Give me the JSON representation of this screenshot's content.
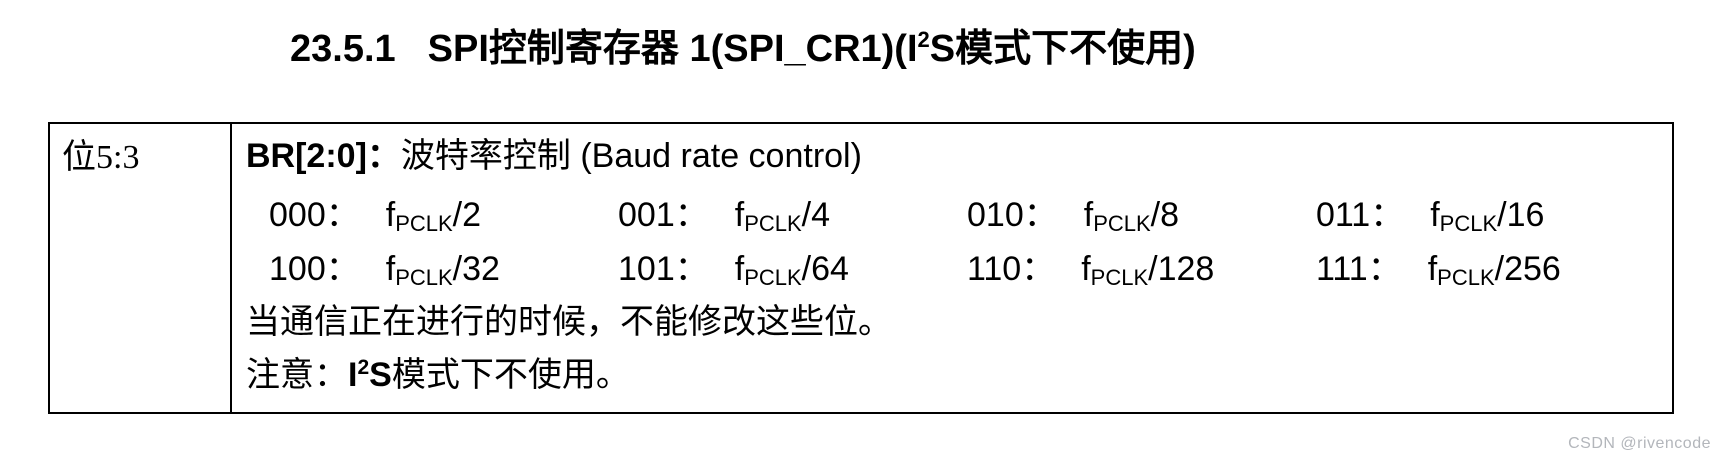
{
  "heading": {
    "section_number": "23.5.1",
    "title_pre": "SPI控制寄存器 1(SPI_CR1)(I",
    "title_sup": "2",
    "title_post": "S模式下不使用)"
  },
  "register_table": {
    "bit_range_label": "位5:3",
    "field": {
      "name": "BR[2:0]",
      "colon": "：",
      "desc_zh": "波特率控制",
      "desc_en": " (Baud rate control)"
    },
    "options": [
      {
        "code": "000",
        "colon": "：",
        "base": "f",
        "sub": "PCLK",
        "suffix": "/2"
      },
      {
        "code": "001",
        "colon": "：",
        "base": "f",
        "sub": "PCLK",
        "suffix": "/4"
      },
      {
        "code": "010",
        "colon": "：",
        "base": "f",
        "sub": "PCLK",
        "suffix": "/8"
      },
      {
        "code": "011",
        "colon": "：",
        "base": "f",
        "sub": "PCLK",
        "suffix": "/16"
      },
      {
        "code": "100",
        "colon": "：",
        "base": "f",
        "sub": "PCLK",
        "suffix": "/32"
      },
      {
        "code": "101",
        "colon": "：",
        "base": "f",
        "sub": "PCLK",
        "suffix": "/64"
      },
      {
        "code": "110",
        "colon": "：",
        "base": "f",
        "sub": "PCLK",
        "suffix": "/128"
      },
      {
        "code": "111",
        "colon": "：",
        "base": "f",
        "sub": "PCLK",
        "suffix": "/256"
      }
    ],
    "note_restriction": "当通信正在进行的时候，不能修改这些位。",
    "note_i2s": {
      "prefix": "注意：",
      "i2s_base": "I",
      "i2s_sup": "2",
      "i2s_post": "S",
      "suffix": "模式下不使用。"
    }
  },
  "watermark": "CSDN @rivencode",
  "colors": {
    "text": "#000000",
    "border": "#000000",
    "watermark": "#b3b6bb"
  }
}
